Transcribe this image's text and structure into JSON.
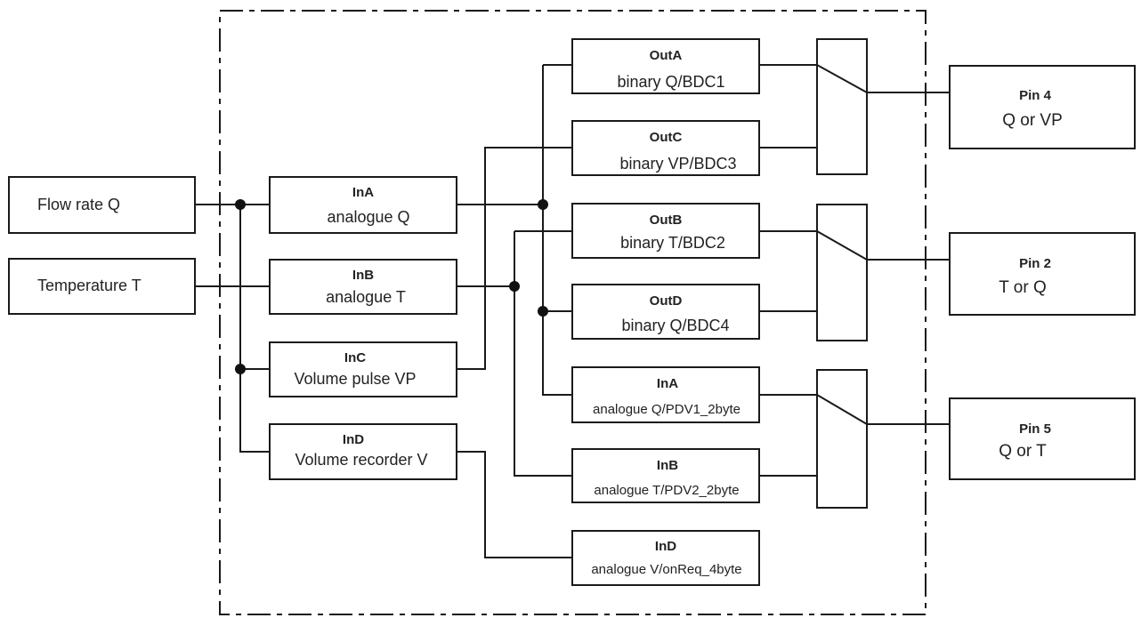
{
  "inputs": {
    "flow_rate": "Flow rate Q",
    "temperature": "Temperature T"
  },
  "channels": {
    "ina": {
      "title": "InA",
      "subtitle": "analogue Q"
    },
    "inb": {
      "title": "InB",
      "subtitle": "analogue T"
    },
    "inc": {
      "title": "InC",
      "subtitle": "Volume pulse VP"
    },
    "ind": {
      "title": "InD",
      "subtitle": "Volume recorder V"
    }
  },
  "outputs": {
    "outa": {
      "title": "OutA",
      "subtitle": "binary Q/BDC1"
    },
    "outc": {
      "title": "OutC",
      "subtitle": "binary VP/BDC3"
    },
    "outb": {
      "title": "OutB",
      "subtitle": "binary T/BDC2"
    },
    "outd": {
      "title": "OutD",
      "subtitle": "binary Q/BDC4"
    },
    "ina2": {
      "title": "InA",
      "subtitle": "analogue Q/PDV1_2byte"
    },
    "inb2": {
      "title": "InB",
      "subtitle": "analogue T/PDV2_2byte"
    },
    "ind2": {
      "title": "InD",
      "subtitle": "analogue V/onReq_4byte"
    }
  },
  "pins": {
    "pin4": {
      "title": "Pin 4",
      "subtitle": "Q or VP"
    },
    "pin2": {
      "title": "Pin 2",
      "subtitle": "T or Q"
    },
    "pin5": {
      "title": "Pin 5",
      "subtitle": "Q or T"
    }
  }
}
